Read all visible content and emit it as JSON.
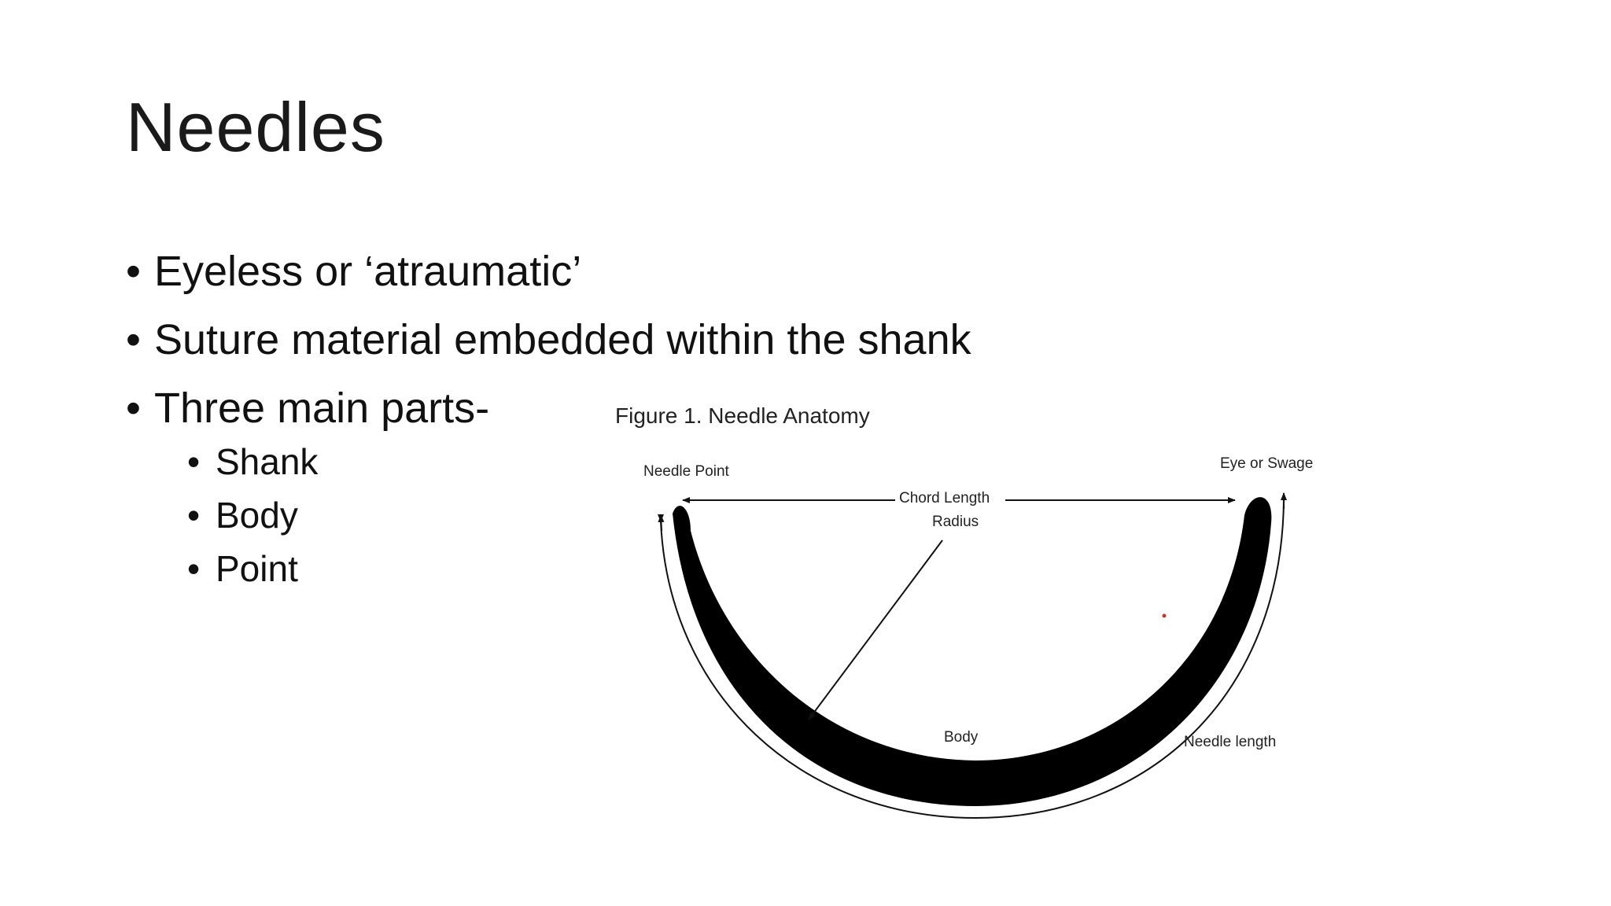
{
  "slide": {
    "title": "Needles",
    "bullets": [
      {
        "text": "Eyeless or ‘atraumatic’"
      },
      {
        "text": "Suture material embedded within the shank"
      },
      {
        "text": "Three main parts-"
      }
    ],
    "sub_bullets": [
      {
        "text": "Shank"
      },
      {
        "text": "Body"
      },
      {
        "text": "Point"
      }
    ],
    "bullet_glyph": "•"
  },
  "figure": {
    "caption": "Figure 1. Needle Anatomy",
    "labels": {
      "needle_point": "Needle Point",
      "eye_or_swage": "Eye or Swage",
      "chord_length": "Chord Length",
      "radius": "Radius",
      "body": "Body",
      "needle_length": "Needle length"
    }
  },
  "colors": {
    "text": "#111111",
    "needle": "#000000",
    "background": "#ffffff"
  }
}
